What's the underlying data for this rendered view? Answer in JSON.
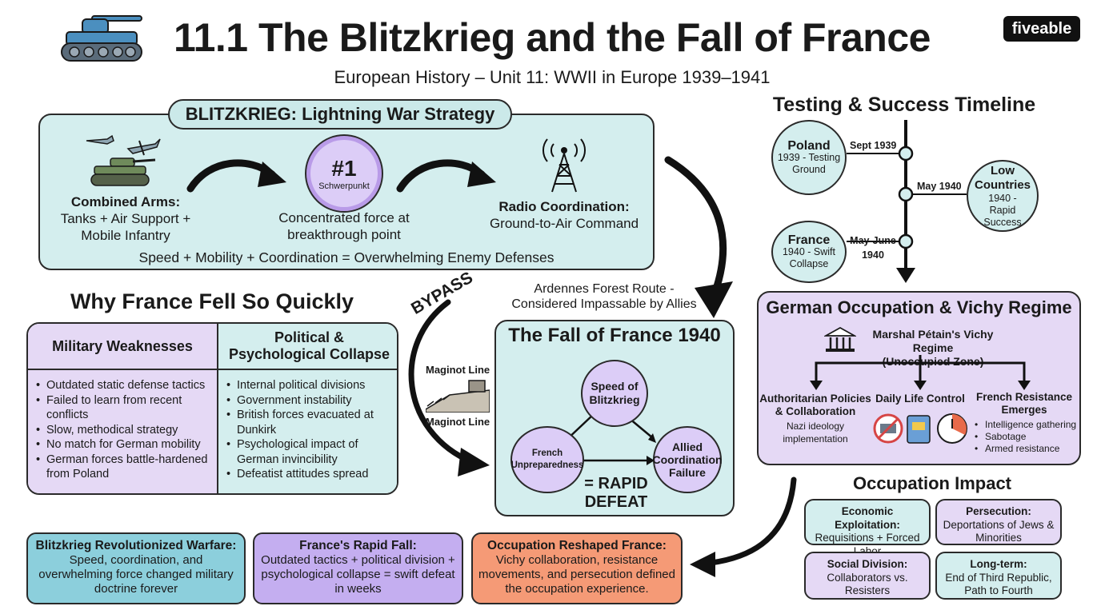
{
  "header": {
    "title": "11.1 The Blitzkrieg and the Fall of France",
    "subtitle": "European History – Unit 11: WWII in Europe 1939–1941",
    "logo": "fiveable"
  },
  "blitzkrieg": {
    "title": "BLITZKRIEG: Lightning War Strategy",
    "combined_title": "Combined Arms:",
    "combined_text": "Tanks + Air Support + Mobile Infantry",
    "badge_number": "#1",
    "badge_label": "Schwerpunkt",
    "concentrated_text": "Concentrated force at breakthrough point",
    "radio_title": "Radio Coordination:",
    "radio_text": "Ground-to-Air Command",
    "equation": "Speed + Mobility + Coordination = Overwhelming Enemy Defenses"
  },
  "timeline": {
    "title": "Testing & Success Timeline",
    "events": [
      {
        "name": "Poland",
        "detail": "1939 - Testing Ground",
        "date": "Sept 1939"
      },
      {
        "name": "Low Countries",
        "detail": "1940 - Rapid Success",
        "date": "May 1940"
      },
      {
        "name": "France",
        "detail": "1940 - Swift Collapse",
        "date": "May-June 1940"
      }
    ]
  },
  "why_fell": {
    "title": "Why France Fell So Quickly",
    "military_header": "Military Weaknesses",
    "military_items": [
      "Outdated static defense tactics",
      "Failed to learn from recent conflicts",
      "Slow, methodical strategy",
      "No match for German mobility",
      "German forces battle-hardened from Poland"
    ],
    "political_header": "Political & Psychological Collapse",
    "political_items": [
      "Internal political divisions",
      "Government instability",
      "British forces evacuated at Dunkirk",
      "Psychological impact of German invincibility",
      "Defeatist attitudes spread"
    ]
  },
  "bypass": {
    "label": "BYPASS",
    "ardennes": "Ardennes Forest Route - Considered Impassable by Allies",
    "maginot_top": "Maginot Line",
    "maginot_bottom": "Maginot Line"
  },
  "fall": {
    "title": "The Fall of France 1940",
    "speed": "Speed of Blitzkrieg",
    "unpreparedness": "French Unpreparedness",
    "allied": "Allied Coordination Failure",
    "result": "= RAPID DEFEAT"
  },
  "occupation": {
    "title": "German Occupation & Vichy Regime",
    "regime": "Marshal Pétain's Vichy Regime",
    "zone": "(Unoccupied Zone)",
    "auth_title": "Authoritarian Policies & Collaboration",
    "auth_text": "Nazi ideology implementation",
    "daily_title": "Daily Life Control",
    "resistance_title": "French Resistance Emerges",
    "resistance_items": [
      "Intelligence gathering",
      "Sabotage",
      "Armed resistance"
    ]
  },
  "impact": {
    "title": "Occupation Impact",
    "boxes": [
      {
        "title": "Economic Exploitation:",
        "text": "Requisitions + Forced Labor"
      },
      {
        "title": "Persecution:",
        "text": "Deportations of Jews & Minorities"
      },
      {
        "title": "Social Division:",
        "text": "Collaborators vs. Resisters"
      },
      {
        "title": "Long-term:",
        "text": "End of Third Republic, Path to Fourth"
      }
    ]
  },
  "summary": [
    {
      "title": "Blitzkrieg Revolutionized Warfare:",
      "text": "Speed, coordination, and overwhelming force changed military doctrine forever",
      "color": "#8ccfdc"
    },
    {
      "title": "France's Rapid Fall:",
      "text": "Outdated tactics + political division + psychological collapse = swift defeat in weeks",
      "color": "#c4aef0"
    },
    {
      "title": "Occupation Reshaped France:",
      "text": "Vichy collaboration, resistance movements, and persecution defined the occupation experience.",
      "color": "#f59a76"
    }
  ],
  "colors": {
    "teal": "#d4eeee",
    "lavender": "#e5d9f5",
    "purple_circle": "#dccdf7"
  }
}
